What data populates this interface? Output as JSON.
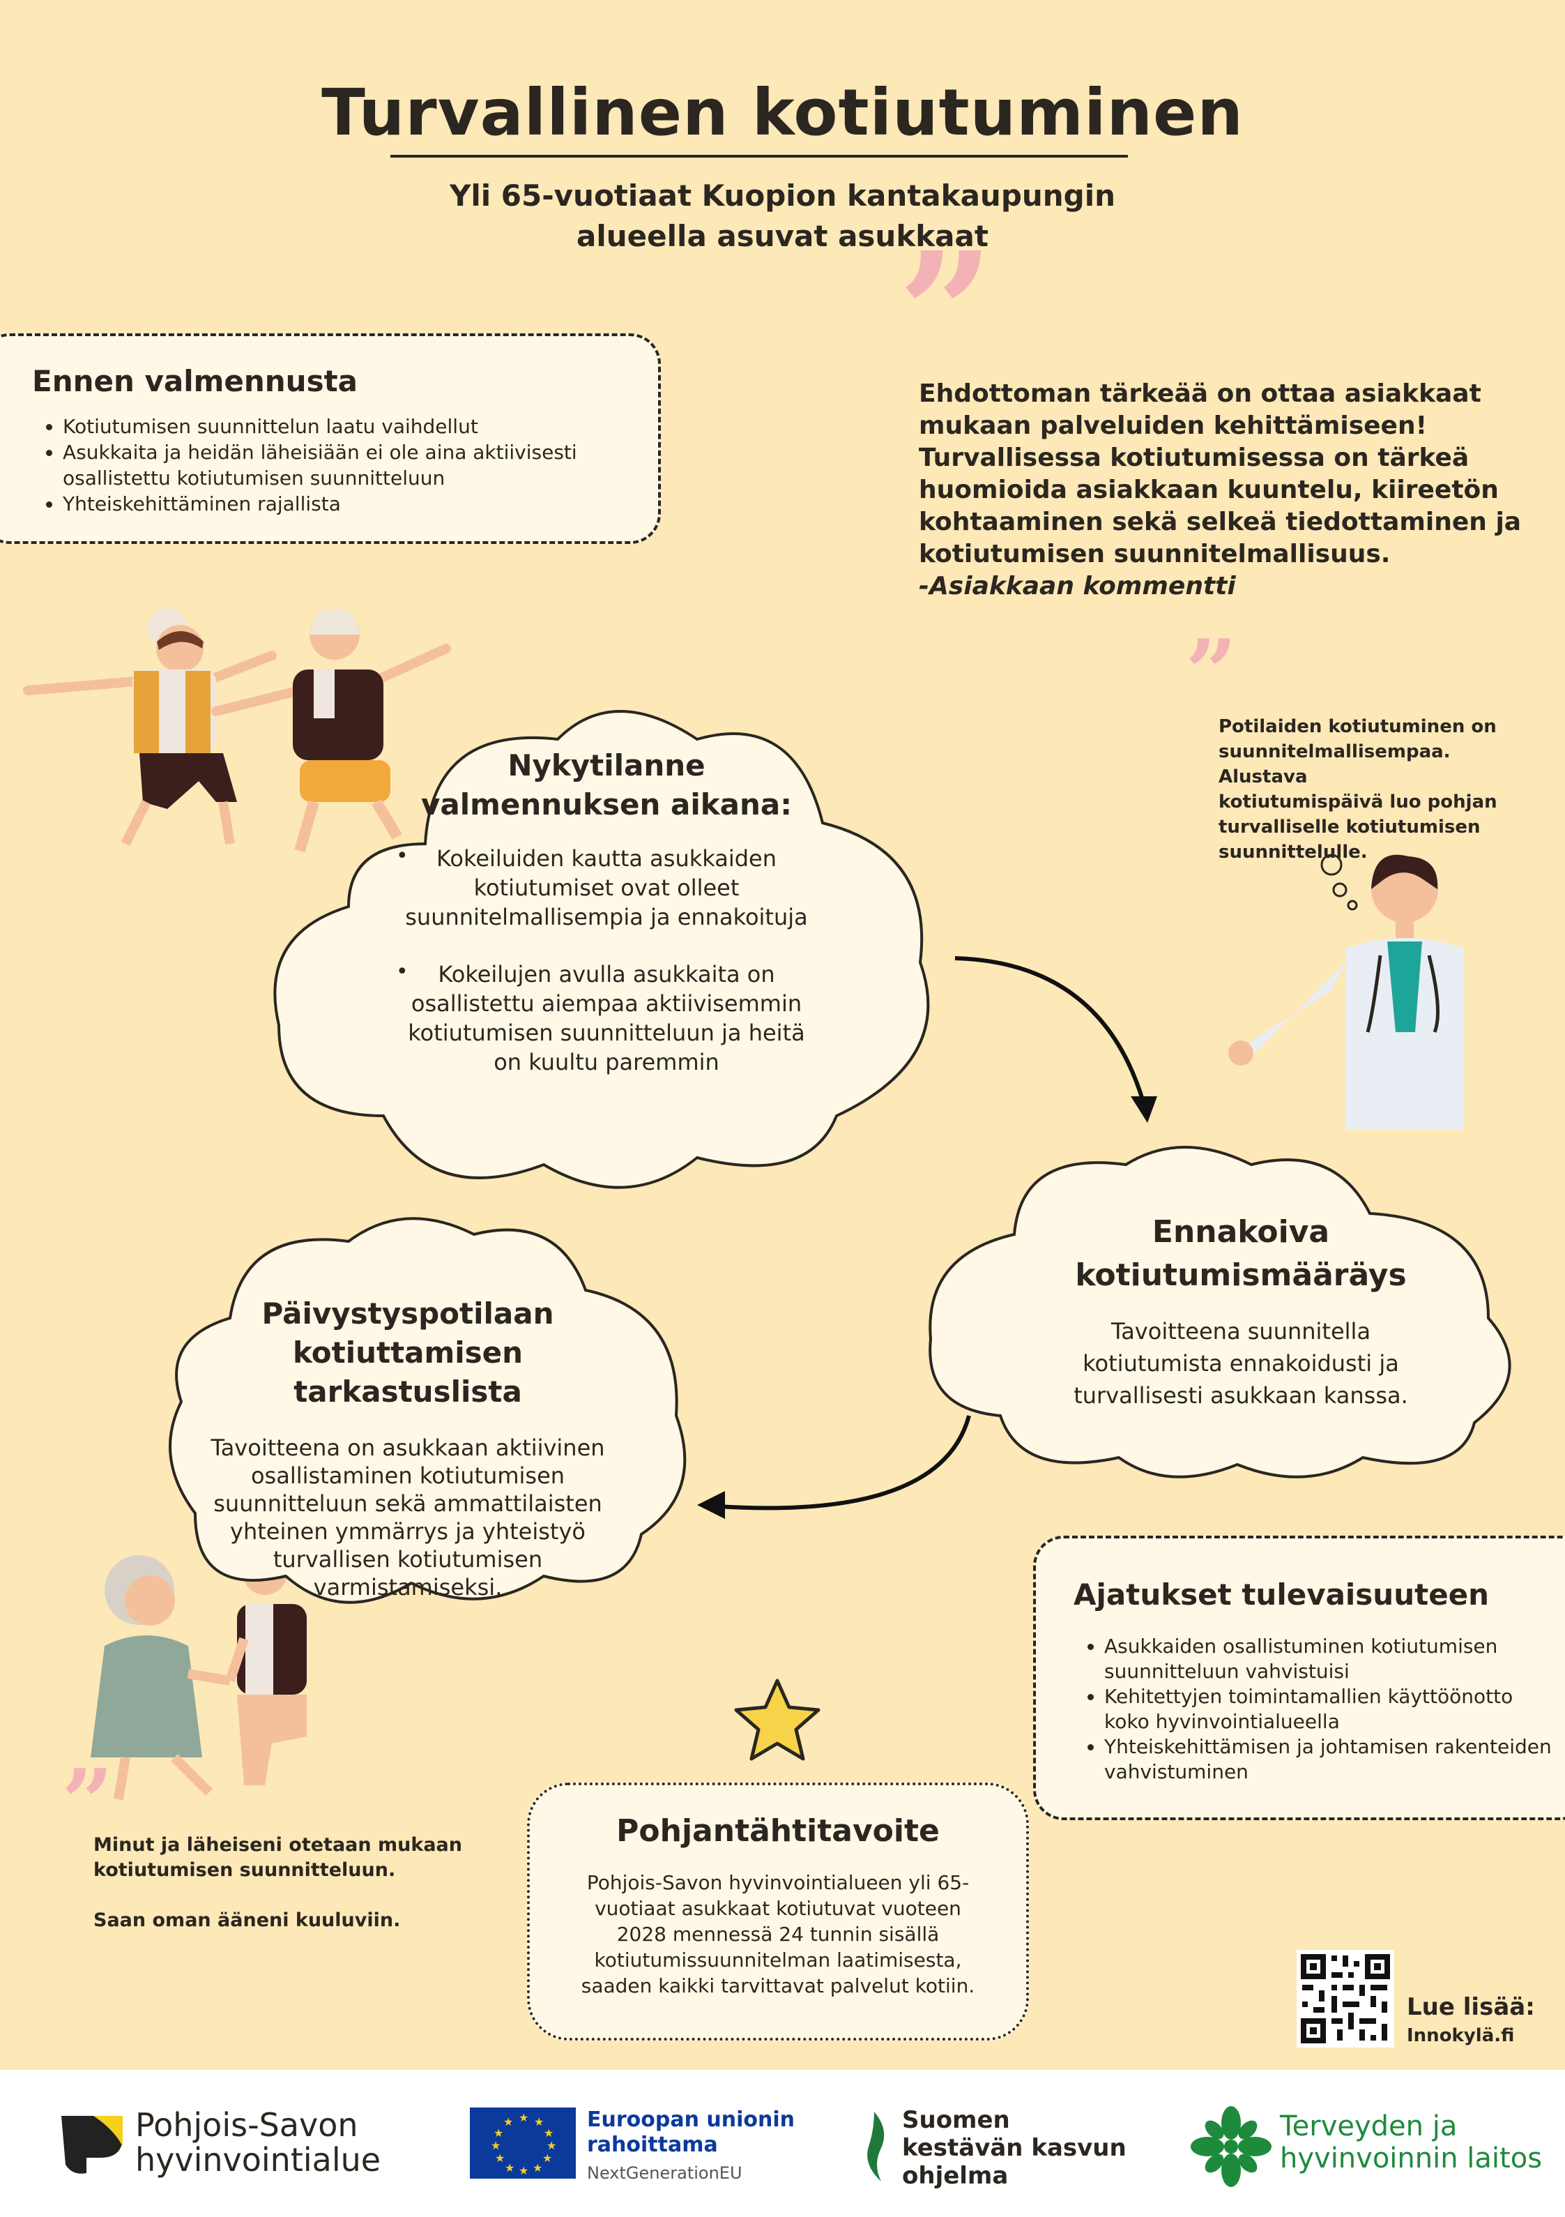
{
  "header": {
    "title": "Turvallinen kotiutuminen",
    "subtitle_line1": "Yli 65-vuotiaat Kuopion kantakaupungin",
    "subtitle_line2": "alueella asuvat asukkaat"
  },
  "before": {
    "heading": "Ennen valmennusta",
    "items": [
      "Kotiutumisen suunnittelun laatu vaihdellut",
      "Asukkaita ja heidän läheisiään ei ole aina aktiivisesti osallistettu kotiutumisen suunnitteluun",
      "Yhteiskehittäminen rajallista"
    ]
  },
  "client_quote": {
    "lines": [
      "Ehdottoman tärkeää on ottaa asiakkaat",
      "mukaan palveluiden kehittämiseen!",
      "Turvallisessa kotiutumisessa on tärkeä",
      "huomioida asiakkaan kuuntelu, kiireetön",
      "kohtaaminen sekä selkeä tiedottaminen ja",
      "kotiutumisen suunnitelmallisuus."
    ],
    "attribution": "-Asiakkaan kommentti"
  },
  "doctor_quote": {
    "lines": [
      "Potilaiden kotiutuminen on",
      "suunnitelmallisempaa. Alustava",
      "kotiutumispäivä luo pohjan",
      "turvalliselle kotiutumisen",
      "suunnittelulle."
    ]
  },
  "current": {
    "heading1": "Nykytilanne",
    "heading2": "valmennuksen aikana:",
    "bullet1": [
      "Kokeiluiden kautta asukkaiden",
      "kotiutumiset ovat olleet",
      "suunnitelmallisempia ja ennakoituja"
    ],
    "bullet2": [
      "Kokeilujen avulla asukkaita on",
      "osallistettu aiempaa aktiivisemmin",
      "kotiutumisen suunnitteluun ja heitä",
      "on kuultu paremmin"
    ]
  },
  "proactive": {
    "heading1": "Ennakoiva",
    "heading2": "kotiutumismääräys",
    "lines": [
      "Tavoitteena suunnitella",
      "kotiutumista ennakoidusti ja",
      "turvallisesti asukkaan kanssa."
    ]
  },
  "checklist": {
    "heading1": "Päivystyspotilaan",
    "heading2": "kotiuttamisen tarkastuslista",
    "lines": [
      "Tavoitteena on asukkaan aktiivinen",
      "osallistaminen kotiutumisen",
      "suunnitteluun sekä ammattilaisten",
      "yhteinen ymmärrys ja yhteistyö",
      "turvallisen kotiutumisen",
      "varmistamiseksi."
    ]
  },
  "future": {
    "heading": "Ajatukset tulevaisuuteen",
    "items": [
      "Asukkaiden osallistuminen kotiutumisen suunnitteluun vahvistuisi",
      "Kehitettyjen toimintamallien käyttöönotto koko hyvinvointialueella",
      "Yhteiskehittämisen ja johtamisen rakenteiden vahvistuminen"
    ]
  },
  "resident_quote": {
    "line1": "Minut ja läheiseni otetaan mukaan",
    "line2": "kotiutumisen suunnitteluun.",
    "line3": "Saan oman ääneni kuuluviin."
  },
  "northstar": {
    "heading": "Pohjantähtitavoite",
    "lines": [
      "Pohjois-Savon hyvinvointialueen yli 65-",
      "vuotiaat asukkaat kotiutuvat vuoteen",
      "2028 mennessä 24 tunnin sisällä",
      "kotiutumissuunnitelman laatimisesta,",
      "saaden kaikki tarvittavat palvelut kotiin."
    ]
  },
  "more": {
    "label": "Lue lisää:",
    "site": "Innokylä.fi"
  },
  "footer": {
    "psh_line1": "Pohjois-Savon",
    "psh_line2": "hyvinvointialue",
    "eu_line1": "Euroopan unionin",
    "eu_line2": "rahoittama",
    "eu_line3": "NextGenerationEU",
    "sk_line1": "Suomen",
    "sk_line2": "kestävän kasvun",
    "sk_line3": "ohjelma",
    "thl_line1": "Terveyden ja",
    "thl_line2": "hyvinvoinnin laitos"
  },
  "icons": [
    "quote-mark-icon",
    "arrow-icon",
    "star-icon",
    "qr-code-icon",
    "eu-flag-icon",
    "thl-flower-icon",
    "psh-logo-icon"
  ]
}
